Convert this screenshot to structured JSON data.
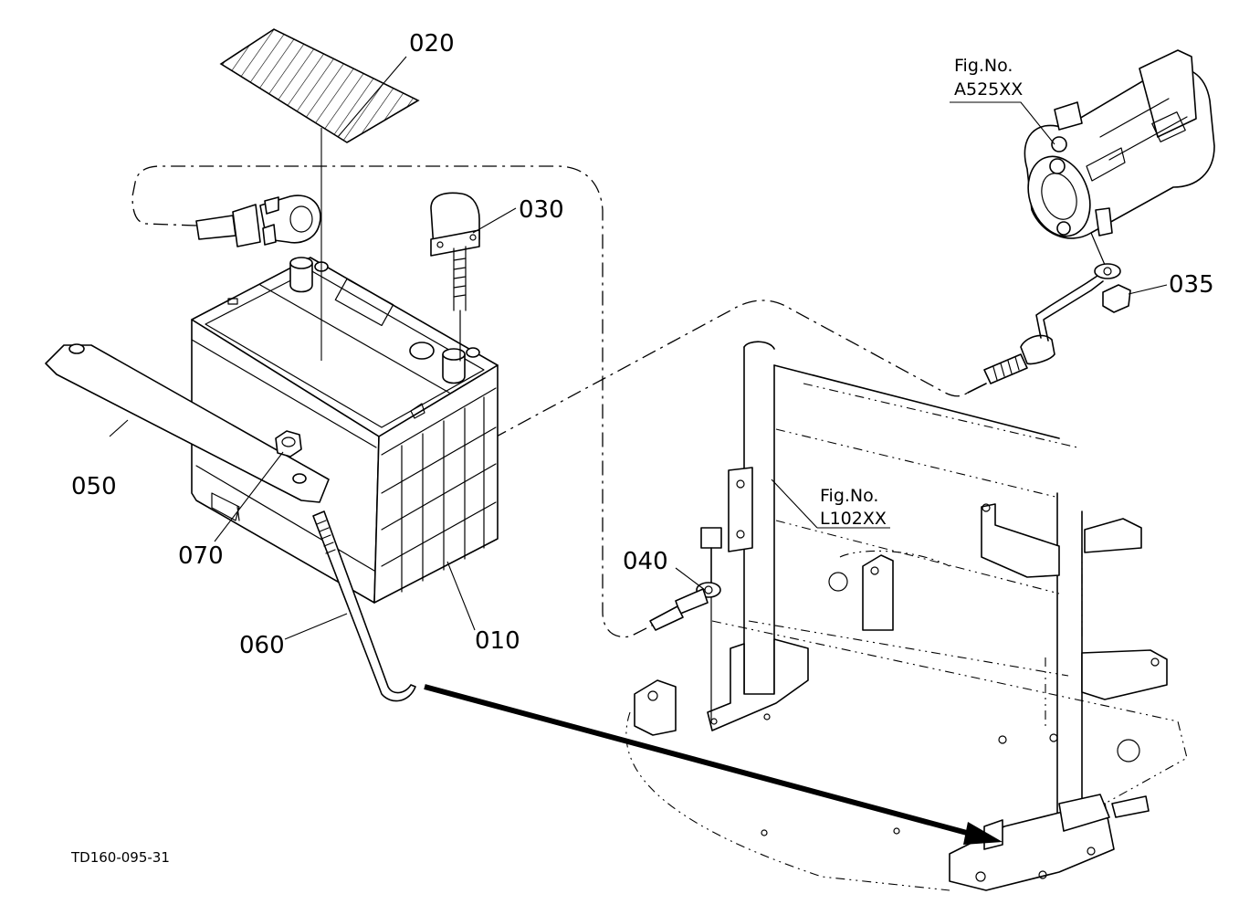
{
  "labels": {
    "p010": "010",
    "p020": "020",
    "p030": "030",
    "p035": "035",
    "p040": "040",
    "p050": "050",
    "p060": "060",
    "p070": "070"
  },
  "references": {
    "fig_a_title": "Fig.No.",
    "fig_a_code": "A525XX",
    "fig_l_title": "Fig.No.",
    "fig_l_code": "L102XX"
  },
  "drawing_code": "TD160-095-31"
}
